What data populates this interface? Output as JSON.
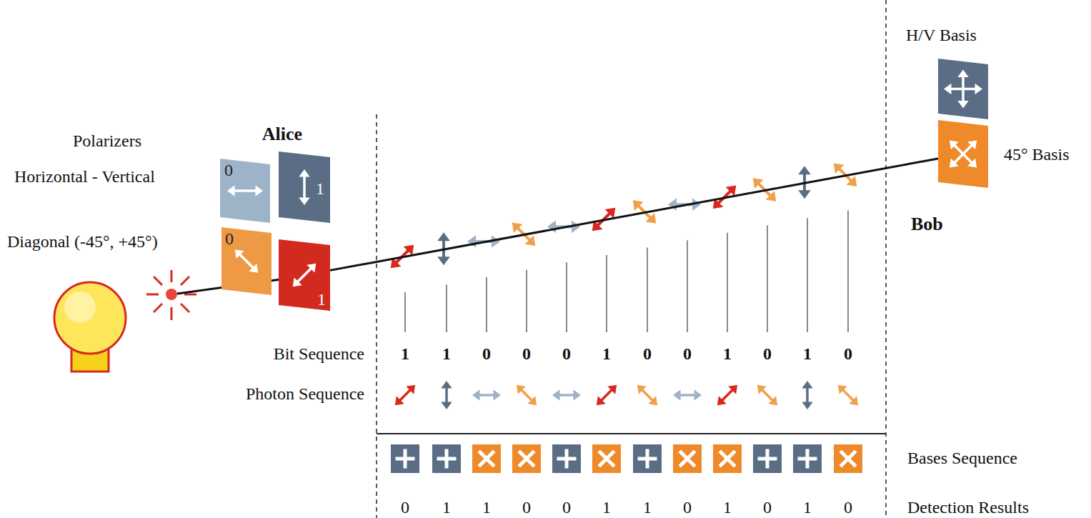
{
  "diagram": {
    "nodes": [
      {
        "text": [
          "0"
        ]
      },
      {
        "text": [
          "1"
        ]
      },
      {
        "text": [
          "0"
        ]
      },
      {
        "text": [
          "1"
        ]
      },
      {
        "text": [
          "H/V Basis"
        ]
      },
      {
        "text": [
          "45° Basis"
        ]
      }
    ],
    "edges": [
      {
        "from": 3,
        "to": 5,
        "arrow": "none"
      }
    ],
    "labels": [
      "Polarizers",
      "Horizontal - Vertical",
      "Diagonal (-45°, +45°)",
      "Alice",
      "Bob",
      "Bit Sequence",
      "1",
      "1",
      "0",
      "0",
      "0",
      "1",
      "0",
      "0",
      "1",
      "0",
      "1",
      "0",
      "Photon Sequence",
      "Bases Sequence",
      "Detection Results",
      "0",
      "1",
      "1",
      "0",
      "0",
      "1",
      "1",
      "0",
      "1",
      "0",
      "1",
      "0"
    ]
  }
}
